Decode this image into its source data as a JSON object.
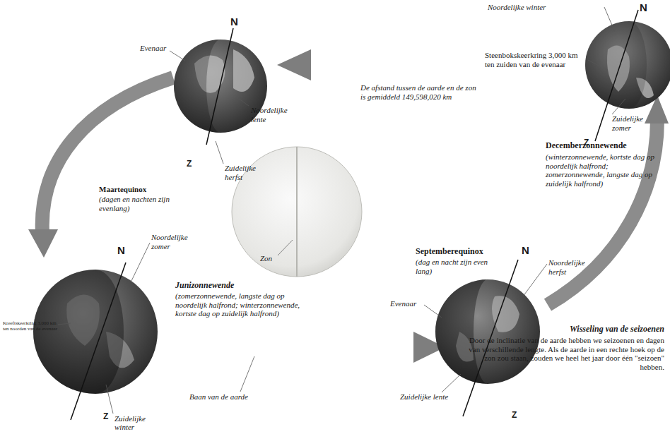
{
  "diagram": {
    "labels": [
      "Evenaar",
      "N",
      "Noordelijke lente",
      "Z",
      "Zuidelijke herfst",
      "Maartequinox",
      "(dagen en nachten zijn evenlang)",
      "De afstand tussen de aarde en de zon is gemiddeld 149,598,020 km",
      "Noordelijke winter",
      "N",
      "Steenbokskeerkring 3,000 km ten zuiden van de evenaar",
      "Zuidelijke zomer",
      "Z",
      "Decemberzonnewende",
      "(winterzonnewende, kortste dag op noordelijk halfrond; zomerzonnewende, langste dag op zuidelijk halfrond)",
      "Zon",
      "N",
      "Noordelijke zomer",
      "Kreeftskeerkring 3.000 km ten noorden van de evenaar",
      "Z",
      "Zuidelijke winter",
      "Junizonnewende",
      "(zomerzonnewende, langste dag op noordelijk halfrond; winterzonnewende, kortste dag op zuidelijk halfrond)",
      "Baan van de aarde",
      "Septemberequinox",
      "(dag en nacht zijn even lang)",
      "N",
      "Noordelijke herfst",
      "Evenaar",
      "Zuidelijke lente",
      "Z",
      "Wisseling van de seizoenen",
      "Door de inclinatie van de aarde hebben we seizoenen en dagen van verschillende lengte. Als de aarde in een rechte hoek op de zon zou staan, zouden we heel het jaar door één \"seizoen\" hebben."
    ]
  }
}
